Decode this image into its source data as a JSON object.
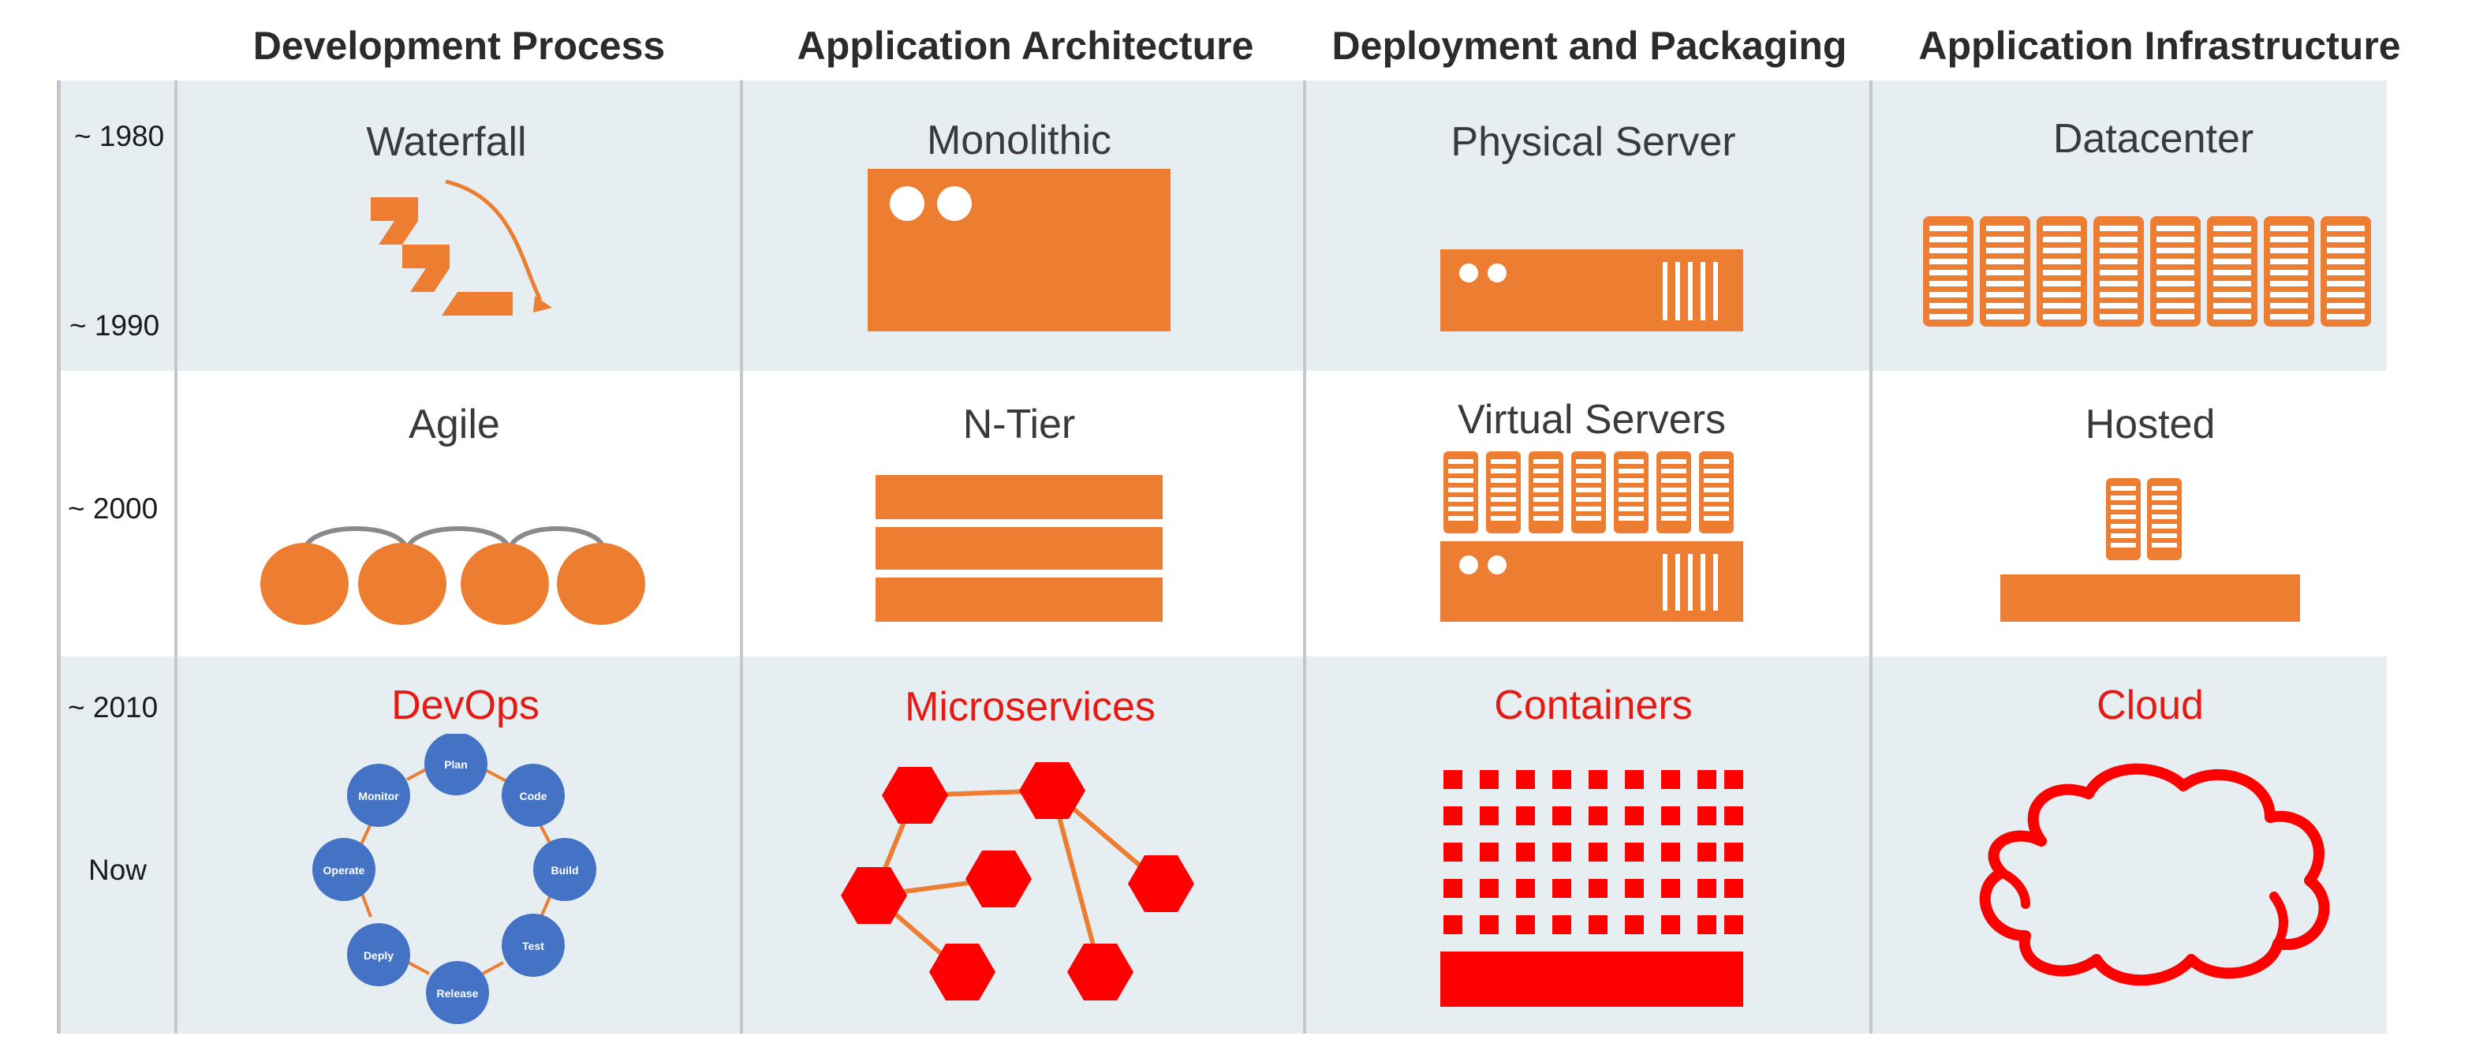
{
  "headers": [
    "Development Process",
    "Application Architecture",
    "Deployment and Packaging",
    "Application Infrastructure"
  ],
  "eras": {
    "e1980": "~ 1980",
    "e1990": "~ 1990",
    "e2000": "~ 2000",
    "e2010": "~ 2010",
    "now": "Now"
  },
  "rows": [
    {
      "cells": [
        "Waterfall",
        "Monolithic",
        "Physical Server",
        "Datacenter"
      ]
    },
    {
      "cells": [
        "Agile",
        "N-Tier",
        "Virtual Servers",
        "Hosted"
      ]
    },
    {
      "cells": [
        "DevOps",
        "Microservices",
        "Containers",
        "Cloud"
      ]
    }
  ],
  "devops_cycle": [
    "Plan",
    "Code",
    "Build",
    "Test",
    "Release",
    "Deply",
    "Operate",
    "Monitor"
  ],
  "colors": {
    "orange": "#ed7d31",
    "red": "#ff0000",
    "blue": "#4472c4",
    "band": "#e7eef2"
  }
}
